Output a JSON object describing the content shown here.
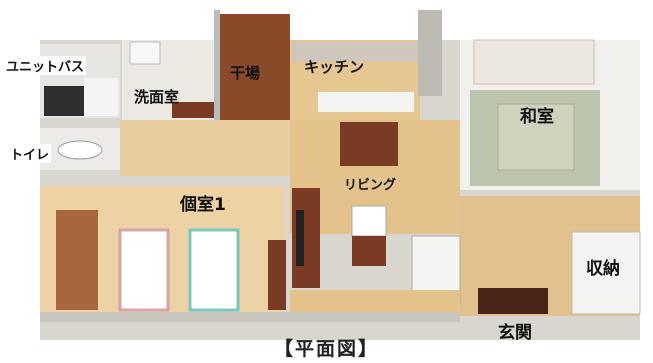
{
  "rooms": {
    "unit_bath": "ユニットバス",
    "senmenshitsu": "洗面室",
    "hoshiba": "干場",
    "kitchen": "キッチン",
    "washitsu": "和室",
    "toilet": "トイレ",
    "living": "リビング",
    "koshitsu": "個室1",
    "shuno": "収納",
    "genkan": "玄関"
  },
  "caption": "【平面図】"
}
